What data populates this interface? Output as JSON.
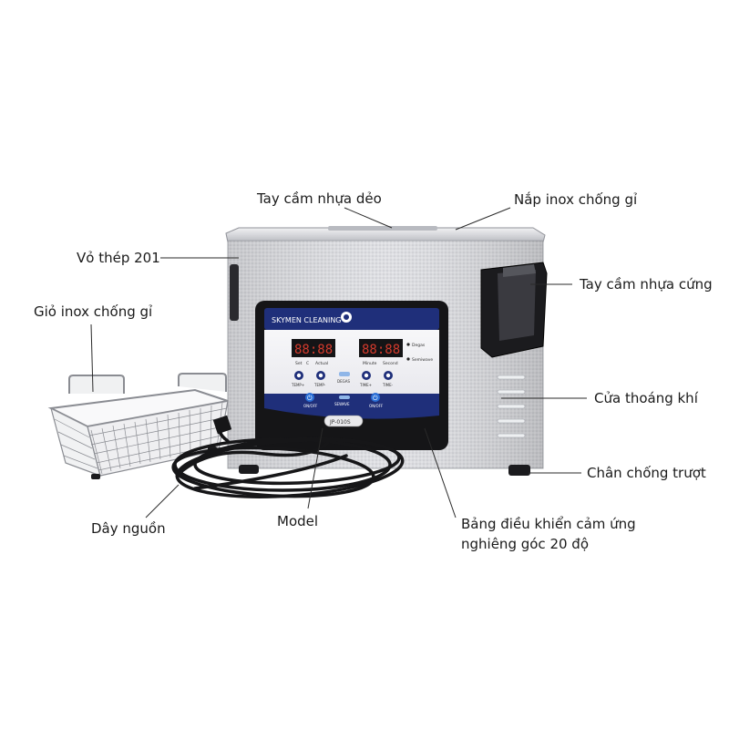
{
  "labels": {
    "soft_handle": "Tay cầm nhựa dẻo",
    "lid": "Nắp inox chống gỉ",
    "body_steel": "Vỏ thép 201",
    "hard_handle": "Tay cầm nhựa cứng",
    "basket": "Giỏ inox chống gỉ",
    "vent": "Cửa thoáng khí",
    "feet": "Chân chống trượt",
    "power_cord": "Dây nguồn",
    "model": "Model",
    "control_panel_line1": "Bảng điều khiển cảm ứng",
    "control_panel_line2": "nghiêng góc 20 độ"
  },
  "device_panel": {
    "brand": "SKYMEN CLEANING",
    "display_left": "88:88",
    "display_right": "88:88",
    "set_label": "Set",
    "c_label": "C",
    "actual_label": "Actual",
    "minute_label": "Minute",
    "second_label": "Second",
    "degas_label": "Degas",
    "semiwave_label": "Semiwave",
    "btn_temp_up": "TEMP+",
    "btn_temp_down": "TEMP-",
    "btn_degas": "DEGAS",
    "btn_time_up": "TIME+",
    "btn_time_down": "TIME-",
    "btn_onoff_left": "ON/OFF",
    "btn_sewave": "SEWAVE",
    "btn_onoff_right": "ON/OFF",
    "model_plate": "JP-010S"
  },
  "colors": {
    "panel_navy": "#1f2f7a",
    "steel": "#d9dade",
    "black_trim": "#151517",
    "accent_blue": "#2b6fd6"
  }
}
